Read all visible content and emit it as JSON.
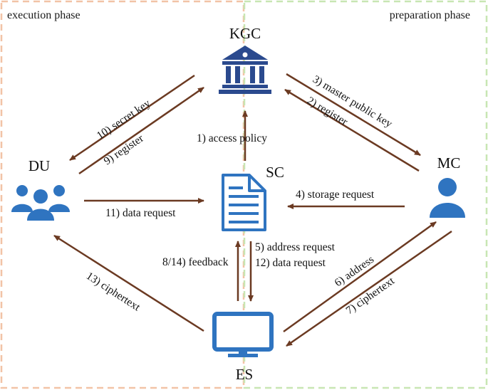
{
  "phases": {
    "left": "execution phase",
    "right": "preparation phase"
  },
  "nodes": {
    "kgc": {
      "label": "KGC",
      "icon": "bank-building-icon"
    },
    "du": {
      "label": "DU",
      "icon": "user-group-icon"
    },
    "sc": {
      "label": "SC",
      "icon": "document-icon"
    },
    "mc": {
      "label": "MC",
      "icon": "person-icon"
    },
    "es": {
      "label": "ES",
      "icon": "monitor-icon"
    }
  },
  "edges": {
    "e1": "1) access policy",
    "e2": "2) register",
    "e3": "3) master public key",
    "e4": "4) storage request",
    "e5": "5) address request",
    "e6": "6) address",
    "e7": "7) ciphertext",
    "e8": "8/14) feedback",
    "e9": "9) register",
    "e10": "10) secret key",
    "e11": "11) data request",
    "e12": "12) data request",
    "e13": "13) ciphertext"
  },
  "colors": {
    "arrow": "#6b3a22",
    "icon": "#2f74c0",
    "bank_icon": "#2b4a8e",
    "left_region_border": "#f2c3a6",
    "right_region_border": "#c8e6b3"
  }
}
